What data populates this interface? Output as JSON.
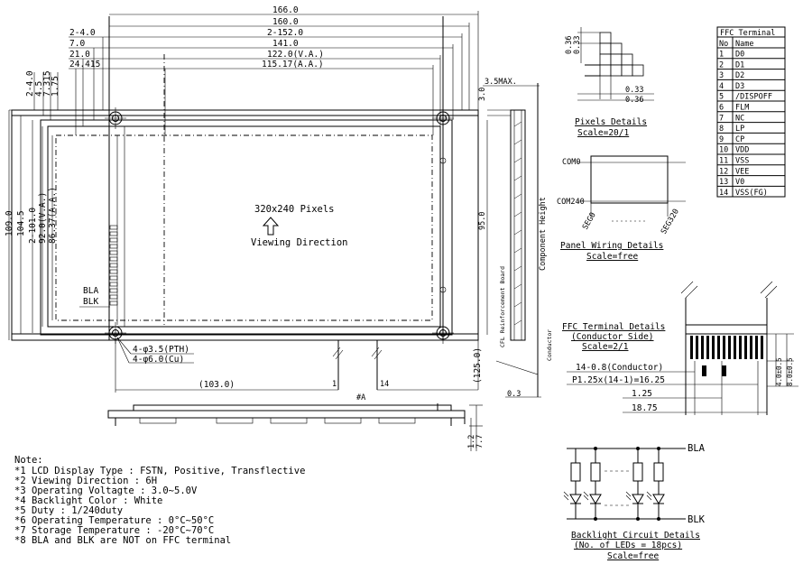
{
  "top_dims": [
    "166.0",
    "160.0",
    "2-152.0",
    "141.0",
    "122.0(V.A.)",
    "115.17(A.A.)"
  ],
  "top_left_labels": [
    "2-4.0",
    "7.0",
    "21.0",
    "24.415"
  ],
  "left_vert_small": [
    "2-4.0",
    "4.5",
    "7.315",
    "1.75"
  ],
  "left_vert_large": [
    "109.0",
    "104.5",
    "2-101.0",
    "92.0(V.A.)",
    "86.37(A.A.)"
  ],
  "center_pixels": "320x240 Pixels",
  "view_direction": "Viewing Direction",
  "bla": "BLA",
  "blk": "BLK",
  "holes": [
    "4-φ3.5(PTH)",
    "4-φ6.0(Cu)"
  ],
  "dim_103": "(103.0)",
  "dim_125": "(125.0)",
  "pin1": "1",
  "pin14": "14",
  "section_a": "#A",
  "side_dims": {
    "max35": "3.5MAX.",
    "d3": "3.0",
    "d95": "95.0",
    "comp_height": "Component Height",
    "cfl": "CFL Reinforcement Board",
    "conductor": "Conductor",
    "d03": "0.3",
    "d12": "1.2",
    "d77": "7.7"
  },
  "pixels_details": {
    "title": "Pixels Details",
    "scale": "Scale=20/1",
    "d036a": "0.36",
    "d033a": "0.33",
    "d033b": "0.33",
    "d036b": "0.36"
  },
  "panel_wiring": {
    "title": "Panel Wiring Details",
    "scale": "Scale=free",
    "com0": "COM0",
    "com240": "COM240",
    "seg0": "SEG0",
    "seg320": "SEG320"
  },
  "ffc_terminal": {
    "title": "FFC Terminal",
    "col_no": "No",
    "col_name": "Name",
    "rows": [
      [
        "1",
        "D0"
      ],
      [
        "2",
        "D1"
      ],
      [
        "3",
        "D2"
      ],
      [
        "4",
        "D3"
      ],
      [
        "5",
        "/DISPOFF"
      ],
      [
        "6",
        "FLM"
      ],
      [
        "7",
        "NC"
      ],
      [
        "8",
        "LP"
      ],
      [
        "9",
        "CP"
      ],
      [
        "10",
        "VDD"
      ],
      [
        "11",
        "VSS"
      ],
      [
        "12",
        "VEE"
      ],
      [
        "13",
        "V0"
      ],
      [
        "14",
        "VSS(FG)"
      ]
    ]
  },
  "ffc_details": {
    "title": "FFC Terminal Details",
    "sub": "(Conductor Side)",
    "scale": "Scale=2/1",
    "dims": [
      "14-0.8(Conductor)",
      "P1.25x(14-1)=16.25",
      "1.25",
      "18.75"
    ],
    "d40": "4.0±0.5",
    "d80": "8.0±0.5"
  },
  "backlight": {
    "title": "Backlight Circuit Details",
    "sub": "(No. of LEDs = 18pcs)",
    "scale": "Scale=free",
    "bla": "BLA",
    "blk": "BLK"
  },
  "notes": {
    "title": "Note:",
    "items": [
      "*1 LCD Display Type : FSTN, Positive, Transflective",
      "*2 Viewing Direction : 6H",
      "*3 Operating Voltagte : 3.0~5.0V",
      "*4 Backlight Color : White",
      "*5 Duty : 1/240duty",
      "*6 Operating Temperature : 0°C~50°C",
      "*7 Storage Temperature : -20°C~70°C",
      "*8 BLA and BLK are NOT on FFC terminal"
    ]
  }
}
